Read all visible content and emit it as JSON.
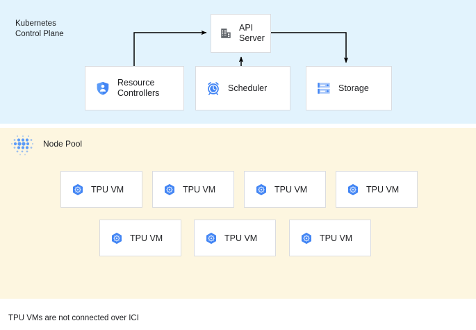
{
  "diagram": {
    "caption": "TPU VMs are not connected over ICI",
    "colors": {
      "control_plane_band": "#e2f3fd",
      "node_pool_band": "#fdf6e0",
      "node_fill": "#ffffff",
      "node_border": "#dadce0",
      "accent_blue": "#4285f4",
      "icon_gray": "#5f6368",
      "connector": "#000000",
      "text": "#202124"
    }
  },
  "control_plane": {
    "title": "Kubernetes\nControl Plane",
    "nodes": [
      {
        "id": "api-server",
        "label": "API\nServer",
        "icon": "building-icon"
      },
      {
        "id": "resource-controllers",
        "label": "Resource\nControllers",
        "icon": "shield-person-icon"
      },
      {
        "id": "scheduler",
        "label": "Scheduler",
        "icon": "alarm-clock-icon"
      },
      {
        "id": "storage",
        "label": "Storage",
        "icon": "server-rack-icon"
      }
    ],
    "connectors": [
      {
        "from": "resource-controllers",
        "to": "api-server",
        "direction": "to-api-server"
      },
      {
        "from": "scheduler",
        "to": "api-server",
        "direction": "to-api-server"
      },
      {
        "from": "api-server",
        "to": "storage",
        "direction": "to-storage"
      }
    ]
  },
  "node_pool": {
    "title": "Node Pool",
    "icon": "dot-grid-icon",
    "rows": [
      {
        "vms": [
          {
            "label": "TPU VM",
            "icon": "tpu-hex-icon"
          },
          {
            "label": "TPU VM",
            "icon": "tpu-hex-icon"
          },
          {
            "label": "TPU VM",
            "icon": "tpu-hex-icon"
          },
          {
            "label": "TPU VM",
            "icon": "tpu-hex-icon"
          }
        ]
      },
      {
        "vms": [
          {
            "label": "TPU VM",
            "icon": "tpu-hex-icon"
          },
          {
            "label": "TPU VM",
            "icon": "tpu-hex-icon"
          },
          {
            "label": "TPU VM",
            "icon": "tpu-hex-icon"
          }
        ]
      }
    ]
  }
}
